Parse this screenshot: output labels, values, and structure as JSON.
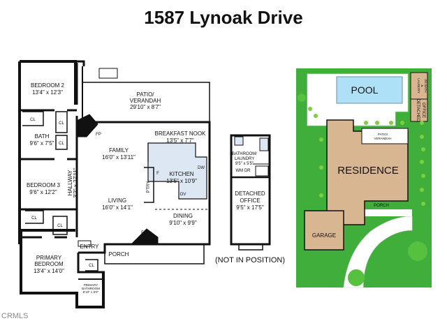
{
  "title": "1587 Lynoak Drive",
  "main_plan": {
    "rooms": [
      {
        "name": "BEDROOM 2",
        "dims": "13'4\" x 12'3\""
      },
      {
        "name": "PATIO/",
        "name2": "VERANDAH",
        "dims": "29'10\" x 8'7\""
      },
      {
        "name": "BREAKFAST NOOK",
        "dims": "13'5\" x 7'7\""
      },
      {
        "name": "FAMILY",
        "dims": "16'0\" x 13'11\""
      },
      {
        "name": "BATH",
        "dims": "9'6\" x 7'5\""
      },
      {
        "name": "KITCHEN",
        "dims": "13'5\" x 10'9\""
      },
      {
        "name": "BEDROOM 3",
        "dims": "9'6\" x 12'2\""
      },
      {
        "name": "HALLWAY",
        "dims": "3'2\" x 27'11\""
      },
      {
        "name": "LIVING",
        "dims": "16'0\" x 14'1\""
      },
      {
        "name": "DINING",
        "dims": "9'10\" x 9'9\""
      },
      {
        "name": "PRIMARY",
        "name2": "BEDROOM",
        "dims": "13'4\" x 14'0\""
      },
      {
        "name": "PRIMARY",
        "name2": "BATHROOM",
        "dims": "5'10\" x 6'0\""
      }
    ],
    "labels": {
      "cl": "CL",
      "fp": "FP",
      "pantry": "P'TRY",
      "f": "F",
      "dw": "DW",
      "ov": "OV",
      "entry": "ENTRY",
      "porch": "PORCH"
    }
  },
  "office_plan": {
    "bath_name": "BATHROOM/",
    "bath_name2": "LAUNDRY",
    "bath_dims": "9'5\" x 5'5\"",
    "wm_dr": "WM  DR",
    "office_name": "DETACHED",
    "office_name2": "OFFICE",
    "office_dims": "9'5\" x 17'5\"",
    "note": "(NOT IN POSITION)"
  },
  "site_plan": {
    "pool": "POOL",
    "residence": "RESIDENCE",
    "garage": "GARAGE",
    "porch": "PORCH",
    "patio": "PATIO/",
    "patio2": "VERANDAH",
    "laundry_lines": [
      "LAUNDRY",
      "&",
      "3/4 BATH"
    ],
    "office_lines": [
      "DETACHED",
      "OFFICE"
    ],
    "colors": {
      "lawn": "#3fae3a",
      "residence": "#d9b692",
      "pool": "#aee0f7",
      "wall": "#111111"
    }
  },
  "watermark": "CRMLS"
}
